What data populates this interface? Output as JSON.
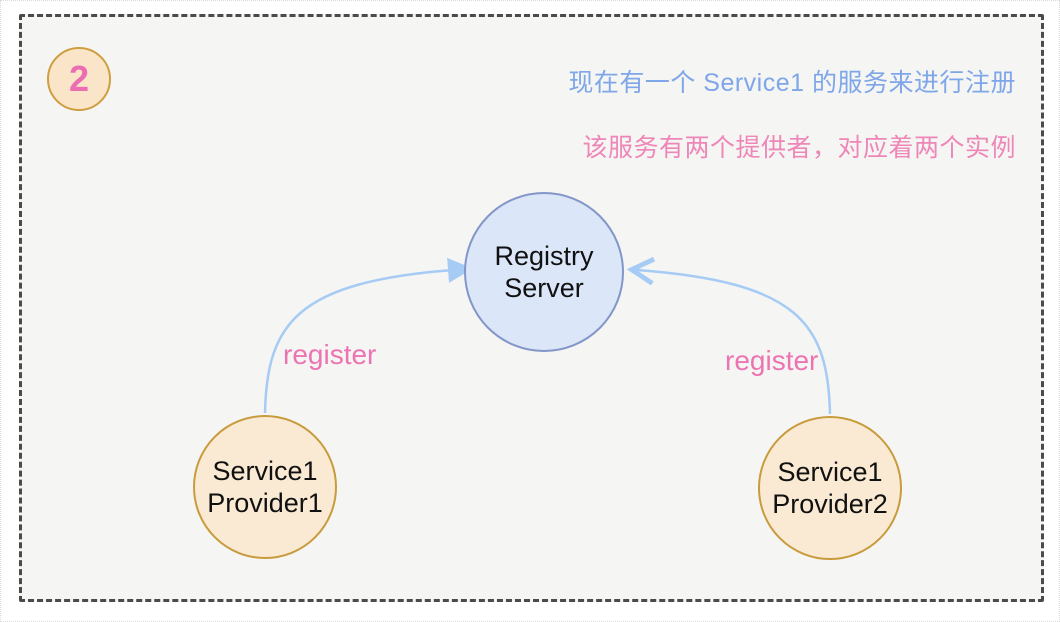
{
  "badge": {
    "number": "2"
  },
  "annotations": {
    "line1": {
      "text": "现在有一个 Service1 的服务来进行注册",
      "color": "#7ea6e9"
    },
    "line2": {
      "text": "该服务有两个提供者，对应着两个实例",
      "color": "#ee87b8"
    }
  },
  "diagram": {
    "nodes": [
      {
        "id": "registry",
        "label_line1": "Registry",
        "label_line2": "Server",
        "fill": "#dbe6f8",
        "border": "#8296c8"
      },
      {
        "id": "provider1",
        "label_line1": "Service1",
        "label_line2": "Provider1",
        "fill": "#faead3",
        "border": "#c89b3c"
      },
      {
        "id": "provider2",
        "label_line1": "Service1",
        "label_line2": "Provider2",
        "fill": "#faead3",
        "border": "#c89b3c"
      }
    ],
    "edges": [
      {
        "from": "provider1",
        "to": "registry",
        "label": "register"
      },
      {
        "from": "provider2",
        "to": "registry",
        "label": "register"
      }
    ],
    "arrow_color": "#a6cbf5",
    "label_color": "#ed74b2",
    "frame_color": "#4b4b4b",
    "background_color": "#f5f5f3"
  }
}
